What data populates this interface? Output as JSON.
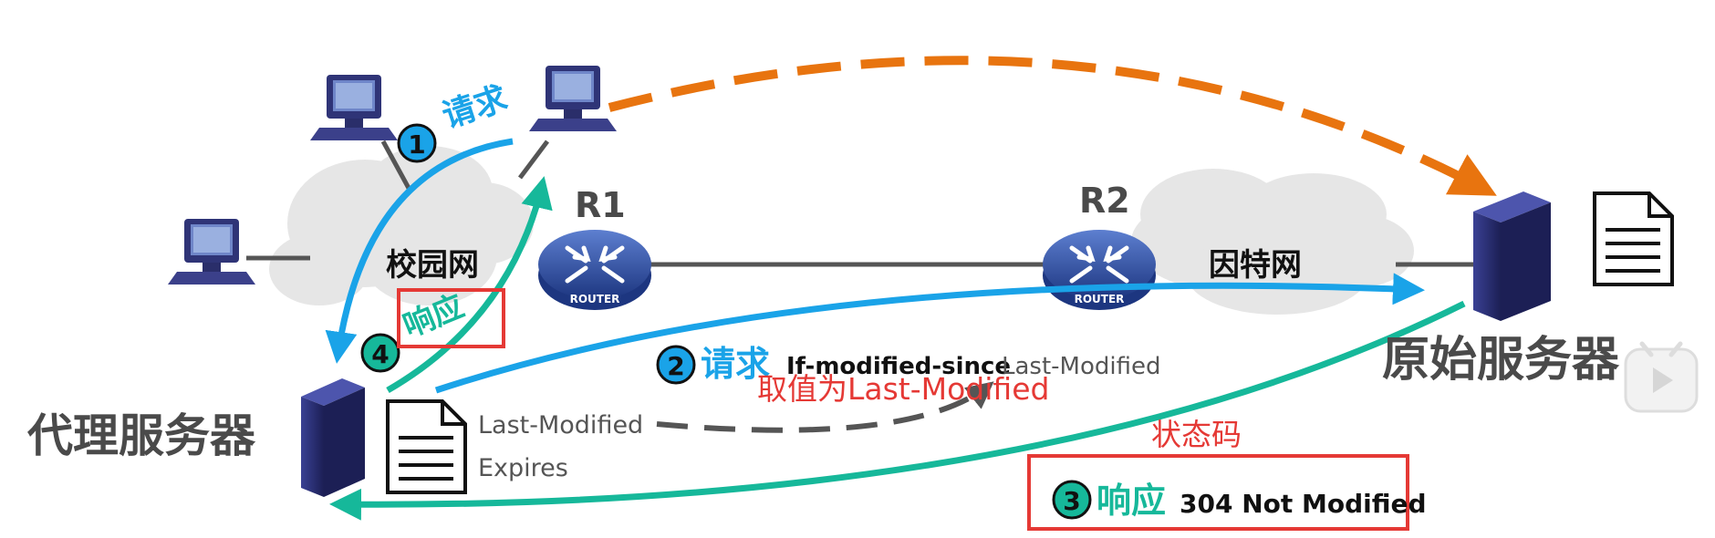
{
  "nodes": {
    "proxy_server": "代理服务器",
    "origin_server": "原始服务器",
    "campus_net": "校园网",
    "internet": "因特网",
    "router1": "R1",
    "router2": "R2",
    "router_caption": "ROUTER"
  },
  "steps": {
    "step1": {
      "num": "1",
      "label": "请求"
    },
    "step2": {
      "num": "2",
      "label": "请求",
      "header": "If-modified-since",
      "value": "Last-Modified"
    },
    "step3": {
      "num": "3",
      "label": "响应",
      "status": "304 Not Modified"
    },
    "step4": {
      "num": "4",
      "label": "响应"
    }
  },
  "doc_fields": {
    "field1": "Last-Modified",
    "field2": "Expires"
  },
  "annotations": {
    "value_note": "取值为Last-Modified",
    "status_note": "状态码"
  },
  "colors": {
    "blue": "#1aa3e8",
    "teal": "#16b89a",
    "orange": "#e8740f",
    "red": "#e53935",
    "server": "#2b2f6b",
    "cloud": "#e6e6e6"
  },
  "icons": [
    "computer-icon",
    "router-icon",
    "server-icon",
    "document-icon",
    "play-icon"
  ]
}
